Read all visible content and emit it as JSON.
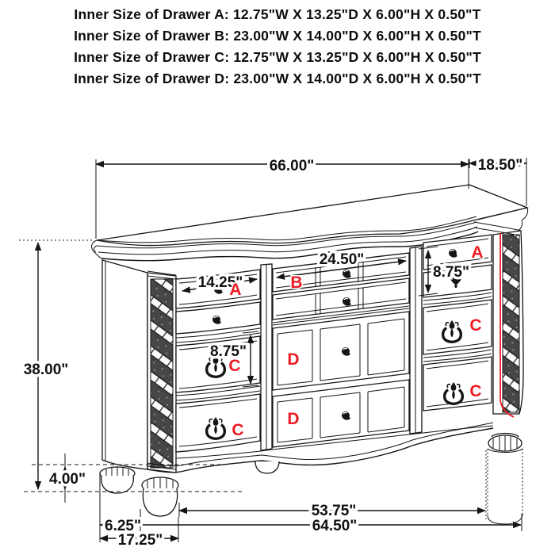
{
  "header": {
    "lines": [
      "Inner Size of Drawer A: 12.75\"W X 13.25\"D X 6.00\"H X 0.50\"T",
      "Inner Size of Drawer B: 23.00\"W X 14.00\"D X 6.00\"H X 0.50\"T",
      "Inner Size of Drawer C: 12.75\"W X 13.25\"D X 6.00\"H X 0.50\"T",
      "Inner Size of Drawer D: 23.00\"W X 14.00\"D X 6.00\"H X 0.50\"T"
    ]
  },
  "diagram": {
    "dimensions": {
      "overall_width": "66.00\"",
      "depth": "18.50\"",
      "overall_height": "38.00\"",
      "foot_height": "4.00\"",
      "drawer_a_width": "14.25\"",
      "drawer_b_width": "24.50\"",
      "drawer_c_front_height": "8.75\"",
      "drawer_a_front_height": "8.75\"",
      "foot_inset": "6.25\"",
      "foot_outer_span": "17.25\"",
      "feet_inner_span": "53.75\"",
      "base_span": "64.50\""
    },
    "drawer_labels": {
      "a_left": "A",
      "a_right": "A",
      "b": "B",
      "c_left_top": "C",
      "c_left_bottom": "C",
      "c_right_top": "C",
      "c_right_bottom": "C",
      "d_top": "D",
      "d_bottom": "D"
    },
    "colors": {
      "annotation_red": "#ec1c24",
      "line_black": "#141414"
    }
  }
}
